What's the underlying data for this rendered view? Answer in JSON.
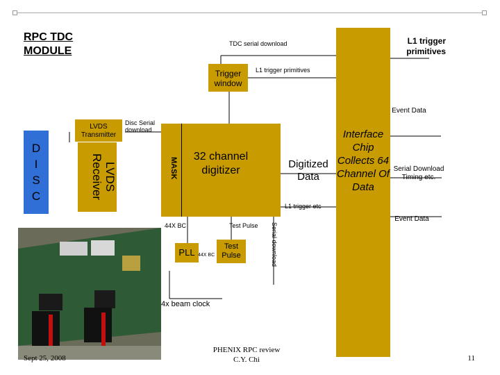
{
  "slide_title": "RPC TDC MODULE",
  "labels": {
    "tdc_serial_download": "TDC serial download",
    "l1_trigger_primitives_top": "L1 trigger primitives",
    "trigger_window": "Trigger window",
    "l1_trigger_primitives_mid": "L1 trigger primitives",
    "lvds_transmitter": "LVDS Transmitter",
    "disc_serial_download": "Disc Serial download",
    "disc": "D I S C",
    "lvds_receiver": "LVDS Receiver",
    "mask": "MASK",
    "digitizer": "32 channel digitizer",
    "digitized_data": "Digitized Data",
    "interface_chip": "Interface Chip Collects 64 Channel Of Data",
    "l1_trigger_etc": "L1 trigger etc",
    "event_data_top": "Event Data",
    "serial_download_timing": "Serial Download Timing etc.",
    "event_data_bottom": "Event Data",
    "four_x_bc_left": "44X BC",
    "test_pulse_top": "Test Pulse",
    "serial_download_vertical": "Serial download",
    "pll": "PLL",
    "four_x_bc_small": "44X BC",
    "test_pulse_box": "Test Pulse",
    "beam_clock": "4x beam clock"
  },
  "footer": {
    "date": "Sept 25, 2008",
    "center_line1": "PHENIX RPC review",
    "center_line2": "C.Y. Chi",
    "page_number": "11"
  },
  "colors": {
    "block_fill": "#c89b00",
    "disc_fill": "#2f6fd6",
    "photo_board": "#3d5a2c"
  }
}
